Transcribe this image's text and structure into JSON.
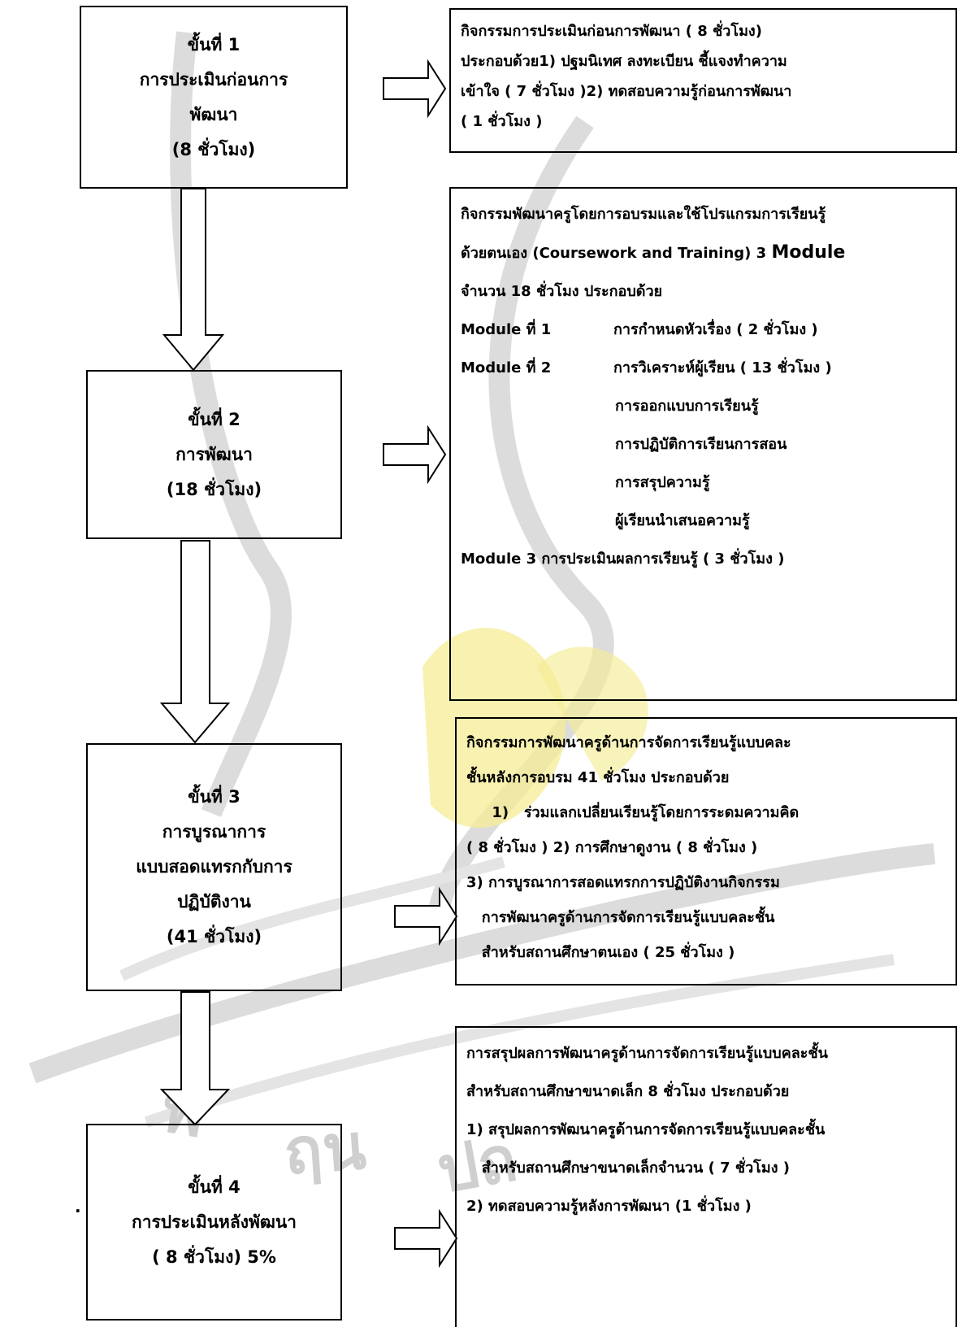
{
  "steps": [
    {
      "lines": [
        "ขั้นที่ 1",
        "การประเมินก่อนการ",
        "พัฒนา",
        "(8 ชั่วโมง)"
      ]
    },
    {
      "lines": [
        "ขั้นที่ 2",
        "การพัฒนา",
        "(18 ชั่วโมง)"
      ]
    },
    {
      "lines": [
        "ขั้นที่ 3",
        "การบูรณาการ",
        "แบบสอดแทรกกับการ",
        "ปฏิบัติงาน",
        "(41 ชั่วโมง)"
      ]
    },
    {
      "lines": [
        "ขั้นที่ 4",
        "การประเมินหลังพัฒนา",
        "( 8 ชั่วโมง) 5%"
      ]
    }
  ],
  "details": {
    "d1": {
      "lines": [
        "กิจกรรมการประเมินก่อนการพัฒนา ( 8 ชั่วโมง)",
        "ประกอบด้วย1) ปฐมนิเทศ ลงทะเบียน ชี้แจงทำความ",
        "เข้าใจ ( 7 ชั่วโมง )2) ทดสอบความรู้ก่อนการพัฒนา",
        "( 1 ชั่วโมง )"
      ]
    },
    "d2": {
      "line1": "กิจกรรมพัฒนาครูโดยการอบรมและใช้โปรแกรมการเรียนรู้",
      "line2a": "ด้วยตนเอง (Coursework and Training)  3 ",
      "line2b": "Module",
      "line3": "จำนวน 18 ชั่วโมง ประกอบด้วย",
      "m1_label": "Module ที่ 1",
      "m1_text": "การกำหนดหัวเรื่อง ( 2 ชั่วโมง )",
      "m2_label": "Module ที่ 2",
      "m2_text": "การวิเคราะห์ผู้เรียน ( 13 ชั่วโมง )",
      "m2_sub": [
        "การออกแบบการเรียนรู้",
        "การปฏิบัติการเรียนการสอน",
        "การสรุปความรู้",
        "ผู้เรียนนำเสนอความรู้"
      ],
      "m3": "Module 3  การประเมินผลการเรียนรู้ ( 3 ชั่วโมง )"
    },
    "d3": {
      "lines": [
        "กิจกรรมการพัฒนาครูด้านการจัดการเรียนรู้แบบคละ",
        "ชั้นหลังการอบรม  41 ชั่วโมง  ประกอบด้วย",
        "     1)   ร่วมแลกเปลี่ยนเรียนรู้โดยการระดมความคิด",
        "( 8 ชั่วโมง ) 2) การศึกษาดูงาน ( 8 ชั่วโมง )",
        "3) การบูรณาการสอดแทรกการปฏิบัติงานกิจกรรม",
        "   การพัฒนาครูด้านการจัดการเรียนรู้แบบคละชั้น",
        "   สำหรับสถานศึกษาตนเอง ( 25 ชั่วโมง )"
      ]
    },
    "d4": {
      "lines": [
        "การสรุปผลการพัฒนาครูด้านการจัดการเรียนรู้แบบคละชั้น",
        "สำหรับสถานศึกษาขนาดเล็ก  8 ชั่วโมง  ประกอบด้วย",
        "1) สรุปผลการพัฒนาครูด้านการจัดการเรียนรู้แบบคละชั้น",
        "   สำหรับสถานศึกษาขนาดเล็กจำนวน ( 7 ชั่วโมง )",
        "2) ทดสอบความรู้หลังการพัฒนา (1 ชั่วโมง )"
      ]
    }
  },
  "stray_mark": ".",
  "watermark": {
    "text_left": "พ",
    "text_mid": "ฤน",
    "text_right": "ปถ",
    "color": "#cfcfcf",
    "accent": "#f2e04a"
  }
}
